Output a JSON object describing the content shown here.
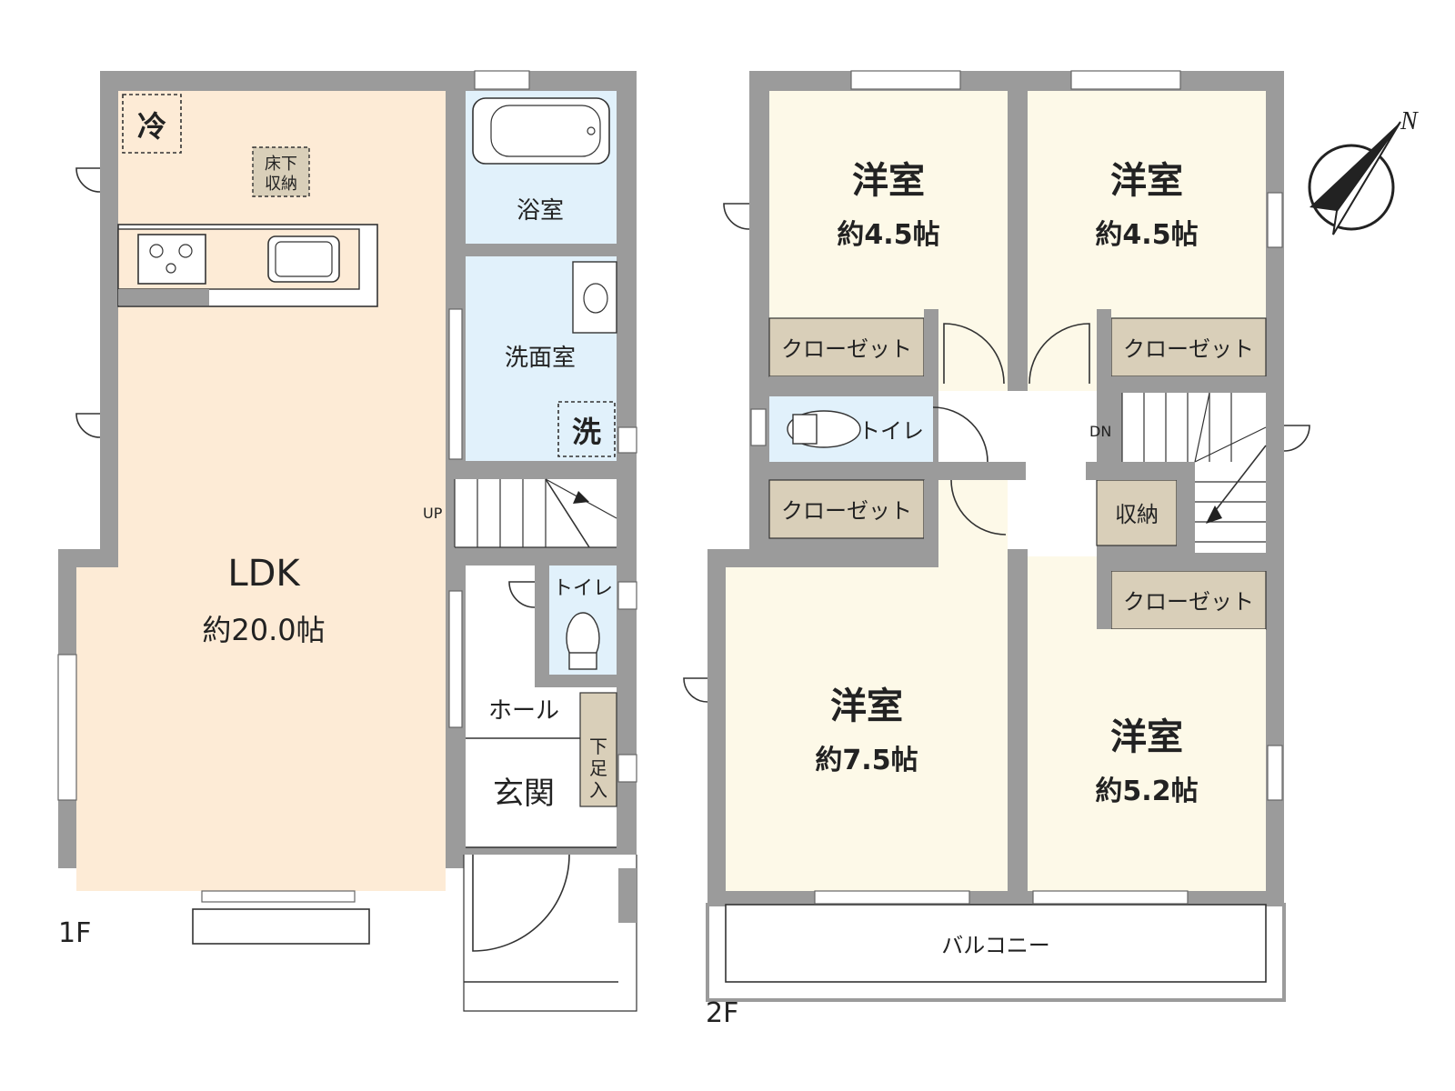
{
  "floor1": {
    "label": "1F",
    "ldk": {
      "name": "LDK",
      "size": "約20.0帖"
    },
    "fridge": "冷",
    "underfloor_storage": [
      "床下",
      "収納"
    ],
    "bath": "浴室",
    "washroom": "洗面室",
    "washer": "洗",
    "stairs_up": "UP",
    "toilet": "トイレ",
    "hall": "ホール",
    "entrance": "玄関",
    "shoe_storage": [
      "下",
      "足",
      "入"
    ]
  },
  "floor2": {
    "label": "2F",
    "room_nw": {
      "name": "洋室",
      "size": "約4.5帖"
    },
    "room_ne": {
      "name": "洋室",
      "size": "約4.5帖"
    },
    "room_sw": {
      "name": "洋室",
      "size": "約7.5帖"
    },
    "room_se": {
      "name": "洋室",
      "size": "約5.2帖"
    },
    "closet": "クローゼット",
    "toilet": "トイレ",
    "storage": "収納",
    "stairs_down": "DN",
    "balcony": "バルコニー"
  },
  "compass": "N"
}
